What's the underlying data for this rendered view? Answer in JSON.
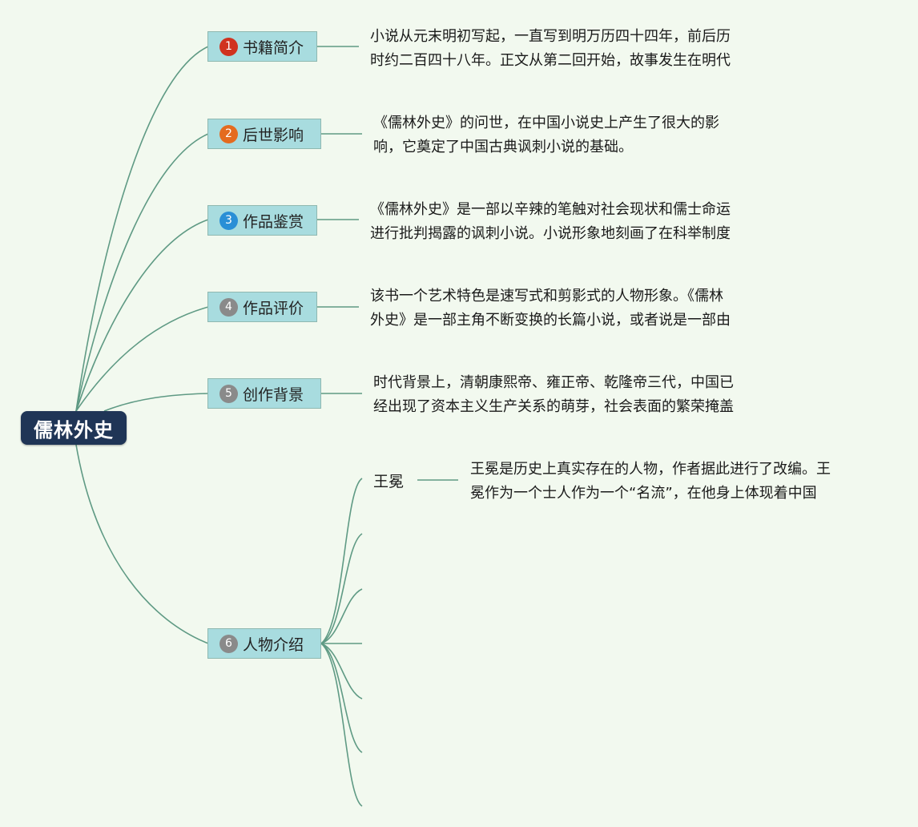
{
  "root": {
    "label": "儒林外史"
  },
  "colors": {
    "line": "#5f9a84",
    "root_bg": "#1f3556",
    "node_bg": "#a8dcdf",
    "badge_1": "#d0321f",
    "badge_2": "#e46b1f",
    "badge_3": "#2a8fd6",
    "badge_grey": "#8a8a8a"
  },
  "branches": [
    {
      "num": "1",
      "label": "书籍简介",
      "lines": [
        "小说从元末明初写起，一直写到明万历四十四年，前后历",
        "时约二百四十八年。正文从第二回开始，故事发生在明代"
      ]
    },
    {
      "num": "2",
      "label": "后世影响",
      "lines": [
        "《儒林外史》的问世，在中国小说史上产生了很大的影",
        "响，它奠定了中国古典讽刺小说的基础。"
      ]
    },
    {
      "num": "3",
      "label": "作品鉴赏",
      "lines": [
        "《儒林外史》是一部以辛辣的笔触对社会现状和儒士命运",
        "进行批判揭露的讽刺小说。小说形象地刻画了在科举制度"
      ]
    },
    {
      "num": "4",
      "label": "作品评价",
      "lines": [
        "该书一个艺术特色是速写式和剪影式的人物形象。《儒林",
        "外史》是一部主角不断变换的长篇小说，或者说是一部由"
      ]
    },
    {
      "num": "5",
      "label": "创作背景",
      "lines": [
        "时代背景上，清朝康熙帝、雍正帝、乾隆帝三代，中国已",
        "经出现了资本主义生产关系的萌芽，社会表面的繁荣掩盖"
      ]
    },
    {
      "num": "6",
      "label": "人物介绍"
    }
  ],
  "characters": {
    "first": {
      "name": "王冕",
      "lines": [
        "王冕是历史上真实存在的人物，作者据此进行了改编。王",
        "冕作为一个士人作为一个“名流”，在他身上体现着中国"
      ]
    }
  }
}
